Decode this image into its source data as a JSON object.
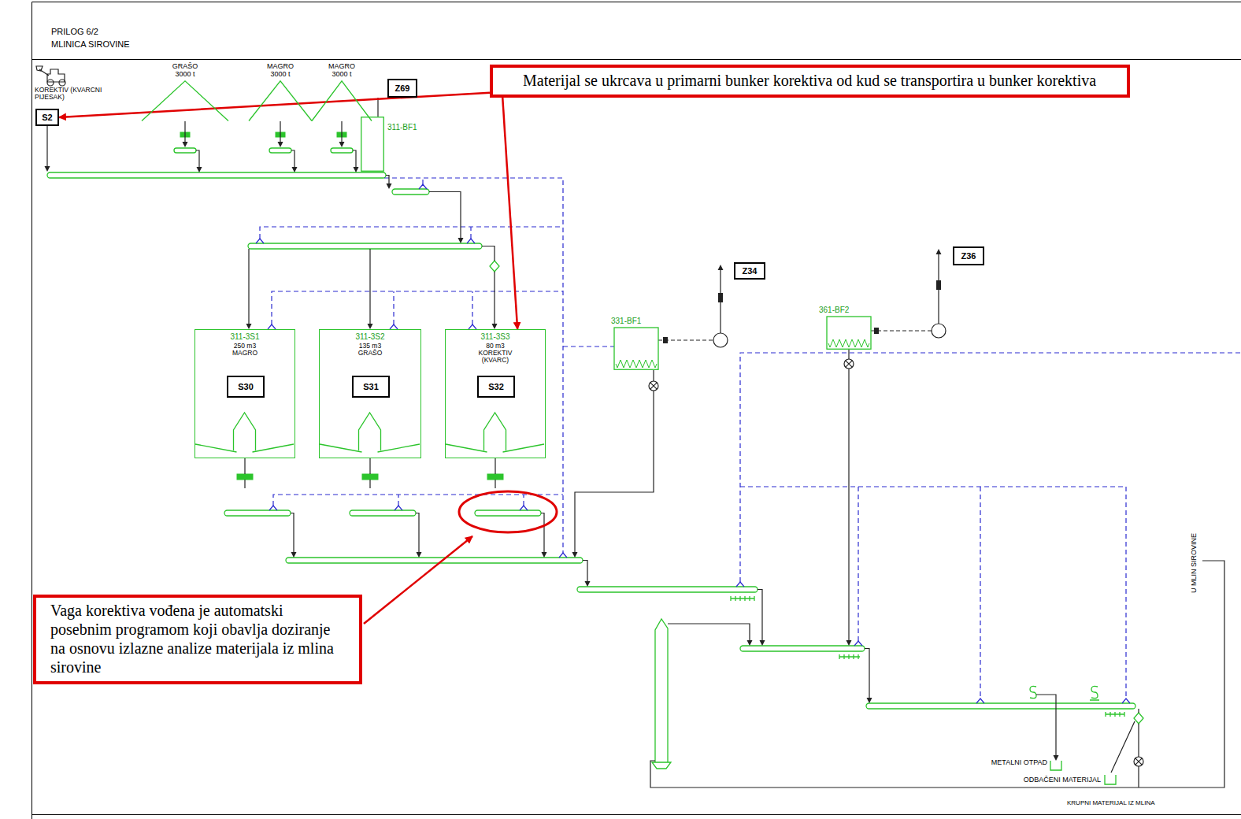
{
  "diagram": {
    "title": "MLINICA SIROVINE",
    "nodes": [
      {
        "text": [
          "GRAŠO 3000 t"
        ]
      },
      {
        "text": [
          "MAGRO 3000 t"
        ]
      },
      {
        "text": [
          "MAGRO 3000 t"
        ]
      },
      {
        "text": [
          "Materijal se ukrcava u primarni bunker korektiva od kud se transportira u bunker korektiva"
        ]
      },
      {
        "text": [
          "S2"
        ]
      },
      {
        "text": [
          "Z69"
        ]
      },
      {
        "text": [
          "311-BF1"
        ]
      },
      {
        "text": [
          "Z34"
        ]
      },
      {
        "text": [
          "Z36"
        ]
      },
      {
        "text": [
          "311-3S1",
          "250 m3 MAGRO"
        ]
      },
      {
        "text": [
          "S30"
        ],
        "in": 9
      },
      {
        "text": [
          "311-3S2",
          "135 m3 GRAŠO"
        ]
      },
      {
        "text": [
          "S31"
        ],
        "in": 11
      },
      {
        "text": [
          "311-3S3",
          "80 m3 KOREKTIV (KVARC)"
        ]
      },
      {
        "text": [
          "S32"
        ],
        "in": 13
      },
      {
        "text": [
          "331-BF1"
        ]
      },
      {
        "text": [
          "361-BF2"
        ]
      },
      {
        "text": [
          "Vaga korektiva vođena je automatski posebnim programom koji obavlja doziranje na osnovu izlazne analize materijala iz mlina sirovine"
        ]
      }
    ],
    "edges": [
      {
        "from": 3,
        "to": 4,
        "arrow": "to"
      },
      {
        "from": 3,
        "to": 13,
        "arrow": "to"
      }
    ],
    "labels": [
      "PRILOG 6/2",
      "KOREKTIV (KVARCNI PIJESAK)",
      "U MLIN SIROVINE",
      "METALNI OTPAD",
      "ODBAČENI MATERIJAL",
      "KRUPNI MATERIJAL IZ MLINA"
    ]
  }
}
